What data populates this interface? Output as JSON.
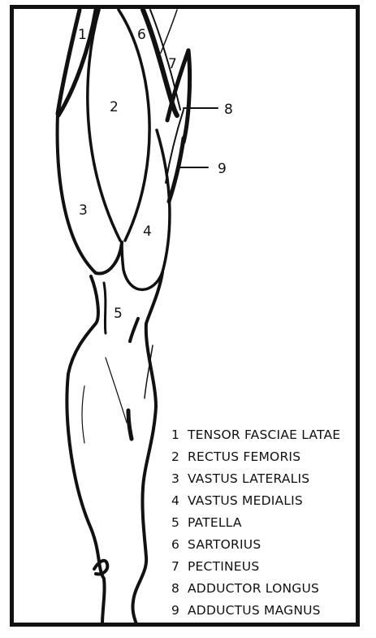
{
  "labels": [
    "1",
    "2",
    "3",
    "4",
    "5",
    "6",
    "7",
    "8",
    "9"
  ],
  "legend": [
    {
      "number": "1",
      "name": "TENSOR FASCIAE LATAE"
    },
    {
      "number": "2",
      "name": "RECTUS FEMORIS"
    },
    {
      "number": "3",
      "name": "VASTUS LATERALIS"
    },
    {
      "number": "4",
      "name": "VASTUS MEDIALIS"
    },
    {
      "number": "5",
      "name": "PATELLA"
    },
    {
      "number": "6",
      "name": "SARTORIUS"
    },
    {
      "number": "7",
      "name": "PECTINEUS"
    },
    {
      "number": "8",
      "name": "ADDUCTOR LONGUS"
    },
    {
      "number": "9",
      "name": "ADDUCTUS MAGNUS"
    }
  ]
}
